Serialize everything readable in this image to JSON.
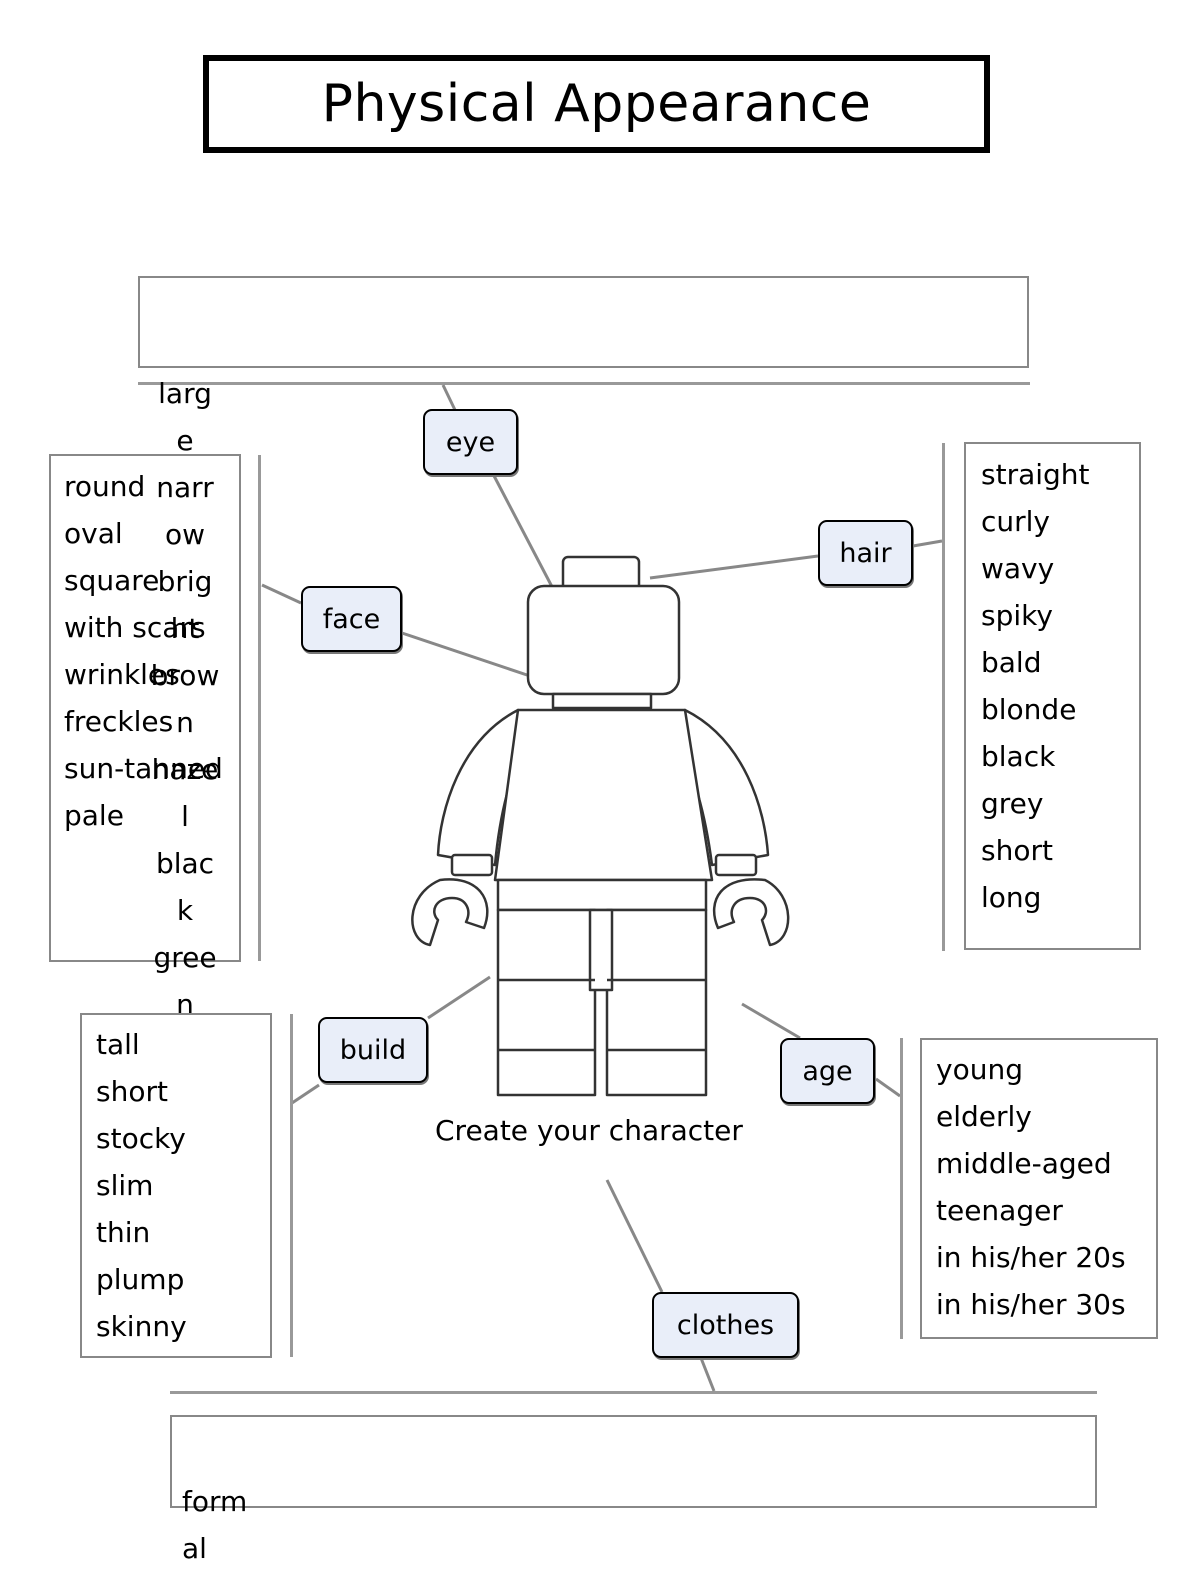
{
  "title": "Physical Appearance",
  "caption": "Create your character",
  "labels": {
    "eye": "eye",
    "hair": "hair",
    "face": "face",
    "build": "build",
    "age": "age",
    "clothes": "clothes"
  },
  "eye_words": [
    "large",
    "narrow",
    "bright",
    "brown",
    "hazel",
    "black",
    "green"
  ],
  "face_words": [
    "round",
    "oval",
    "square",
    "with scars",
    "wrinkles",
    "freckles",
    "sun-tanned",
    "pale"
  ],
  "hair_words": [
    "straight",
    "curly",
    "wavy",
    "spiky",
    "bald",
    "blonde",
    "black",
    "grey",
    "short",
    "long"
  ],
  "build_words": [
    "tall",
    "short",
    "stocky",
    "slim",
    "thin",
    "plump",
    "skinny"
  ],
  "age_words": [
    "young",
    "elderly",
    "middle-aged",
    "teenager",
    "in his/her 20s",
    "in his/her 30s"
  ],
  "clothes_words": [
    "formal"
  ]
}
